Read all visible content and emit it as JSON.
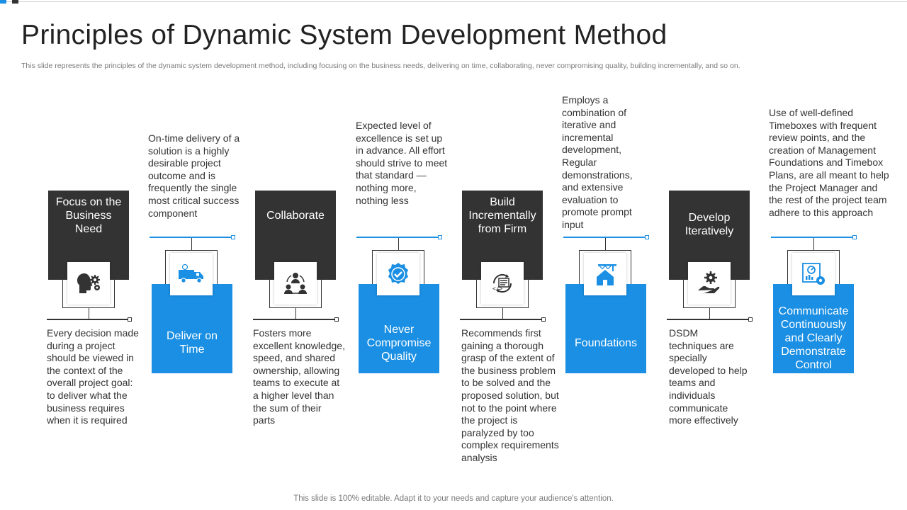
{
  "title": "Principles of Dynamic System Development Method",
  "subtitle": "This slide represents the principles of the dynamic system development method, including focusing on the business needs, delivering on time, collaborating, never compromising quality, building incrementally, and so on.",
  "footer": "This slide is 100% editable. Adapt it to your needs and capture your audience's attention.",
  "colors": {
    "dark": "#333333",
    "blue": "#1a8fe3"
  },
  "principles": [
    {
      "label": "Focus on the Business Need",
      "icon": "head-gears-icon",
      "description": "Every decision made during a project should be viewed in the context of the overall project goal: to deliver what the business requires when it is required"
    },
    {
      "label": "Deliver on Time",
      "icon": "delivery-truck-icon",
      "description": "On-time delivery of a solution is a highly desirable project outcome and is frequently the single most critical success component"
    },
    {
      "label": "Collaborate",
      "icon": "team-cycle-icon",
      "description": "Fosters more excellent knowledge, speed, and shared ownership, allowing teams to execute at a higher level than the sum of their parts"
    },
    {
      "label": "Never Compromise Quality",
      "icon": "quality-badge-icon",
      "description": "Expected level of excellence is set up in advance. All effort should strive to meet that standard — nothing more, nothing less"
    },
    {
      "label": "Build Incrementally from Firm",
      "icon": "code-cycle-icon",
      "description": "Recommends first gaining a thorough grasp of the extent of the business problem to be solved and the proposed solution, but not to the point where the project is paralyzed by too complex requirements analysis"
    },
    {
      "label": "Foundations",
      "icon": "house-crane-icon",
      "description": "Employs a combination of iterative and incremental development, Regular demonstrations, and extensive evaluation to promote prompt input"
    },
    {
      "label": "Develop Iteratively",
      "icon": "hand-gear-icon",
      "description": "DSDM techniques are specially developed to help teams and individuals communicate more effectively"
    },
    {
      "label": "Communicate Continuously and Clearly Demonstrate Control",
      "icon": "dashboard-gear-icon",
      "description": "Use of well-defined Timeboxes with frequent review points, and the creation of Management Foundations and Timebox Plans, are all meant to help the Project Manager and the rest of the project team adhere to this approach"
    }
  ]
}
